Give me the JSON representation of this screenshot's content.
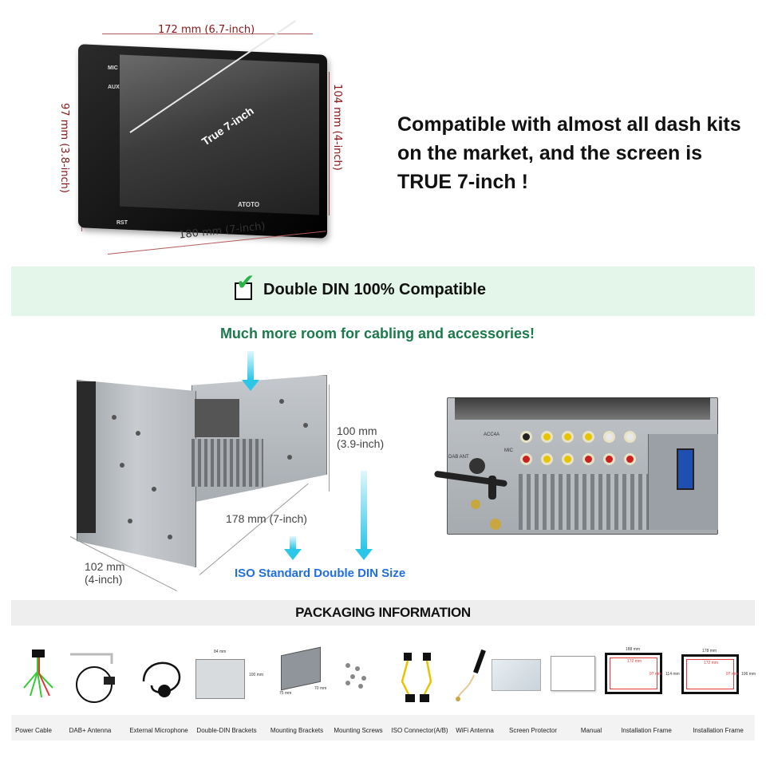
{
  "top": {
    "dim_width_top": "172 mm (6.7-inch)",
    "dim_width_bottom": "180 mm (7-inch)",
    "dim_height_left": "97 mm (3.8-inch)",
    "dim_height_right": "104 mm (4-inch)",
    "screen_diagonal": "True 7-inch",
    "unit_labels": {
      "mic": "MIC",
      "aux": "AUX",
      "rst": "RST",
      "brand": "ATOTO"
    },
    "compat_text": "Compatible with almost all dash kits on the market, and the screen is TRUE 7-inch !"
  },
  "banner": {
    "title": "Double DIN 100% Compatible",
    "room_text": "Much more room for cabling and accessories!"
  },
  "chassis": {
    "dim_height": [
      "100 mm",
      "(3.9-inch)"
    ],
    "dim_depth": "178 mm (7-inch)",
    "dim_width": [
      "102 mm",
      "(4-inch)"
    ],
    "iso_label": "ISO Standard Double DIN Size"
  },
  "rear": {
    "labels": [
      "ACC4A",
      "DAB ANT",
      "MIC"
    ]
  },
  "packaging": {
    "title": "PACKAGING INFORMATION",
    "bracket_dims": {
      "w": "84 mm",
      "h": "100 mm"
    },
    "mount_dims": {
      "w": "75 mm",
      "h": "70 mm"
    },
    "frame1_dims": {
      "outer": "188 mm",
      "inner": "172 mm",
      "h": "114 mm",
      "ih": "97 mm"
    },
    "frame2_dims": {
      "outer": "178 mm",
      "inner": "172 mm",
      "h": "106 mm",
      "ih": "97 mm"
    },
    "items": [
      "Power Cable",
      "DAB+ Antenna",
      "External Microphone",
      "Double-DIN Brackets",
      "Mounting Brackets",
      "Mounting Screws",
      "ISO Connector(A/B)",
      "WiFi Antenna",
      "Screen Protector",
      "Manual",
      "Installation Frame",
      "Installation Frame"
    ]
  },
  "colors": {
    "dimension_red": "#8a1414",
    "banner_green": "#e4f6ea",
    "room_text_green": "#1a7a4a",
    "iso_blue": "#1f6fe0",
    "arrow_cyan": "#2cc6e8"
  }
}
